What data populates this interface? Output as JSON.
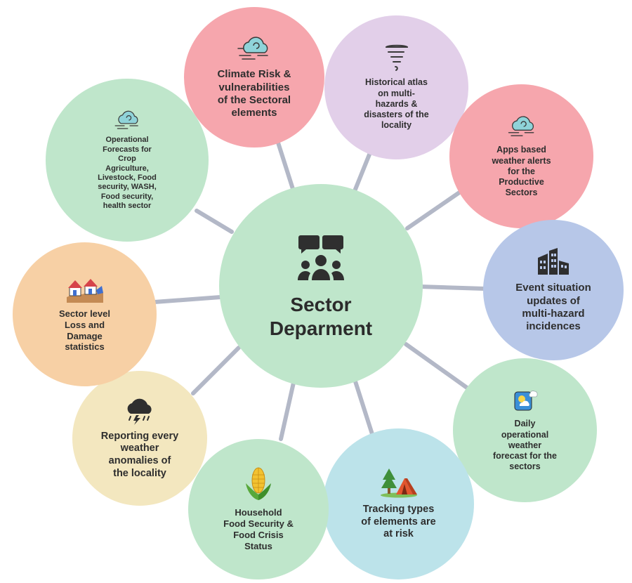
{
  "center": {
    "label": "Sector\nDeparment",
    "icon": "group-discussion-icon",
    "color": "#bfe6cb"
  },
  "nodes": [
    {
      "id": "climate-risk",
      "label": "Climate Risk &\nvulnerabilities\nof the Sectoral\nelements",
      "icon": "storm-cloud-icon",
      "color": "#f6a6ad"
    },
    {
      "id": "historical-atlas",
      "label": "Historical atlas\non multi-\nhazards &\ndisasters of the\nlocality",
      "icon": "tornado-icon",
      "color": "#e2cfe9"
    },
    {
      "id": "apps-weather-alerts",
      "label": "Apps based\nweather alerts\nfor the\nProductive\nSectors",
      "icon": "storm-cloud-icon",
      "color": "#f6a6ad"
    },
    {
      "id": "event-situation",
      "label": "Event situation\nupdates of\nmulti-hazard\nincidences",
      "icon": "collapsed-building-icon",
      "color": "#b7c7e8"
    },
    {
      "id": "daily-forecast",
      "label": "Daily\noperational\nweather\nforecast for the\nsectors",
      "icon": "weather-app-icon",
      "color": "#bfe6cb"
    },
    {
      "id": "tracking-elements",
      "label": "Tracking types\nof elements are\nat risk",
      "icon": "tent-tree-icon",
      "color": "#bce3ea"
    },
    {
      "id": "household-food",
      "label": "Household\nFood Security &\nFood Crisis\nStatus",
      "icon": "corn-icon",
      "color": "#bfe6cb"
    },
    {
      "id": "reporting-anomalies",
      "label": "Reporting every\nweather\nanomalies of\nthe locality",
      "icon": "thunder-cloud-icon",
      "color": "#f3e7bf"
    },
    {
      "id": "loss-damage",
      "label": "Sector level\nLoss and\nDamage\nstatistics",
      "icon": "damaged-houses-icon",
      "color": "#f7d0a5"
    },
    {
      "id": "operational-forecasts",
      "label": "Operational\nForecasts for\nCrop\nAgriculture,\nLivestock, Food\nsecurity, WASH,\nFood security,\nhealth sector",
      "icon": "storm-cloud-icon",
      "color": "#bfe6cb"
    }
  ]
}
